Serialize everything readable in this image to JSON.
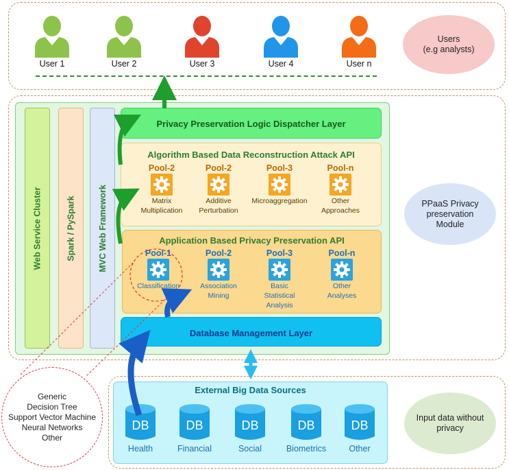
{
  "users": [
    {
      "label": "User 1",
      "color": "#8dc34a"
    },
    {
      "label": "User 2",
      "color": "#8dc34a"
    },
    {
      "label": "User 3",
      "color": "#e0442e"
    },
    {
      "label": "User 4",
      "color": "#2196e8"
    },
    {
      "label": "User n",
      "color": "#f46b18"
    }
  ],
  "side_labels": {
    "users": "Users\n(e.g analysts)",
    "module": "PPaaS Privacy\npreservation\nModule",
    "input": "Input data without\nprivacy"
  },
  "vertical_bars": {
    "web_cluster": "Web Service Cluster",
    "spark": "Spark / PySpark",
    "mvc": "MVC Web Framework"
  },
  "layers": {
    "dispatcher": "Privacy Preservation Logic Dispatcher Layer",
    "algorithm_api": "Algorithm Based Data Reconstruction Attack API",
    "application_api": "Application Based Privacy Preservation API",
    "database": "Database Management Layer",
    "external": "External Big Data Sources"
  },
  "algorithm_pools": [
    {
      "name": "Pool-2",
      "label": "Matrix\nMultiplication"
    },
    {
      "name": "Pool-2",
      "label": "Additive\nPerturbation"
    },
    {
      "name": "Pool-3",
      "label": "Microaggregation"
    },
    {
      "name": "Pool-n",
      "label": "Other\nApproaches"
    }
  ],
  "application_pools": [
    {
      "name": "Pool-1",
      "label": "Classification"
    },
    {
      "name": "Pool-2",
      "label": "Association\nMining"
    },
    {
      "name": "Pool-3",
      "label": "Basic\nStatistical\nAnalysis"
    },
    {
      "name": "Pool-n",
      "label": "Other\nAnalyses"
    }
  ],
  "classifiers": "Generic\nDecision Tree\nSupport Vector Machine\nNeural Networks\nOther",
  "databases": [
    {
      "icon_text": "DB",
      "label": "Health"
    },
    {
      "icon_text": "DB",
      "label": "Financial"
    },
    {
      "icon_text": "DB",
      "label": "Social"
    },
    {
      "icon_text": "DB",
      "label": "Biometrics"
    },
    {
      "icon_text": "DB",
      "label": "Other"
    }
  ],
  "colors": {
    "orange_gear": "#f5a623",
    "blue_gear": "#2aa3e0",
    "green_arrow": "#1e9e2c",
    "blue_arrow": "#1a5fc8",
    "cyan": "#28bdf0"
  }
}
